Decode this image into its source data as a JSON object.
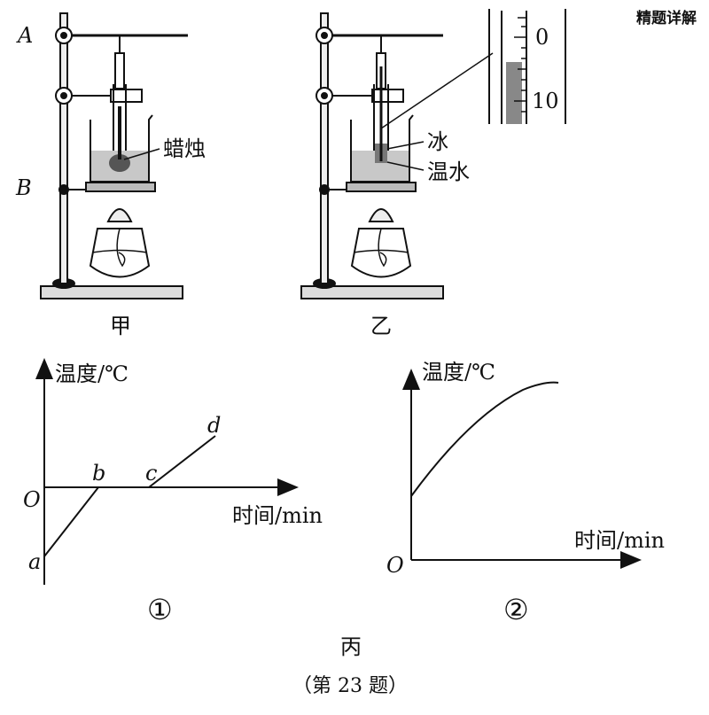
{
  "watermark": "精题详解",
  "apparatus": {
    "label_A": "A",
    "label_B": "B",
    "label_candle": "蜡烛",
    "label_ice": "冰",
    "label_warm_water": "温水",
    "thermometer_ticks": [
      "0",
      "10"
    ],
    "caption_left": "甲",
    "caption_right": "乙"
  },
  "graph1": {
    "ylabel": "温度/℃",
    "xlabel": "时间/min",
    "origin": "O",
    "point_a": "a",
    "point_b": "b",
    "point_c": "c",
    "point_d": "d",
    "caption": "①"
  },
  "graph2": {
    "ylabel": "温度/℃",
    "xlabel": "时间/min",
    "origin": "O",
    "caption": "②"
  },
  "caption_bottom": "丙",
  "question_label": "（第 23 题）"
}
